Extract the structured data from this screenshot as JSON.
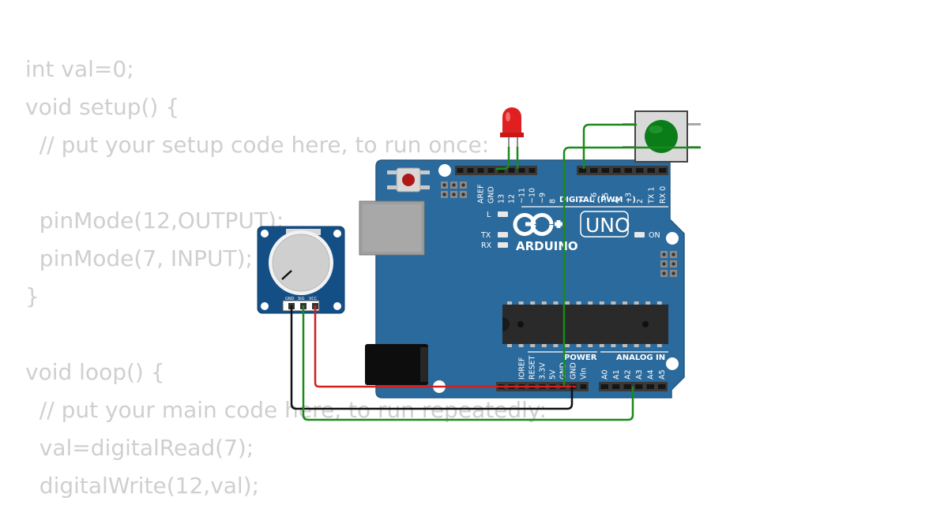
{
  "code_lines": [
    "int val=0;",
    "void setup() {",
    "  // put your setup code here, to run once:",
    "",
    "  pinMode(12,OUTPUT);",
    "  pinMode(7, INPUT);",
    "}",
    "",
    "void loop() {",
    "  // put your main code here, to run repeatedly:",
    "  val=digitalRead(7);",
    "  digitalWrite(12,val);"
  ],
  "board": {
    "brand": "ARDUINO",
    "model": "UNO",
    "on_label": "ON",
    "l_label": "L",
    "tx_label": "TX",
    "rx_label": "RX",
    "digital_title": "DIGITAL (PWM ~)",
    "power_title": "POWER",
    "analog_title": "ANALOG IN",
    "digital_left_pins": [
      "AREF",
      "GND",
      "13",
      "12",
      "~11",
      "~10",
      "~9",
      "8"
    ],
    "digital_right_pins": [
      "7",
      "~6",
      "~5",
      "4",
      "~3",
      "2",
      "TX 1",
      "RX 0"
    ],
    "power_pins": [
      "IOREF",
      "RESET",
      "3.3V",
      "5V",
      "GND",
      "GND",
      "Vin"
    ],
    "analog_pins": [
      "A0",
      "A1",
      "A2",
      "A3",
      "A4",
      "A5"
    ]
  },
  "potentiometer": {
    "pins": [
      "GND",
      "SIG",
      "VCC"
    ]
  },
  "colors": {
    "board": "#2b6a9c",
    "board_edge": "#24587f",
    "header": "#3a3a3a",
    "pot_body": "#134f85",
    "wire_green": "#1a8a1a",
    "wire_red": "#d31f1f",
    "wire_black": "#111111",
    "led_red": "#e02020",
    "button_cap": "#0b7d18",
    "code_text": "#cfcfcf"
  }
}
